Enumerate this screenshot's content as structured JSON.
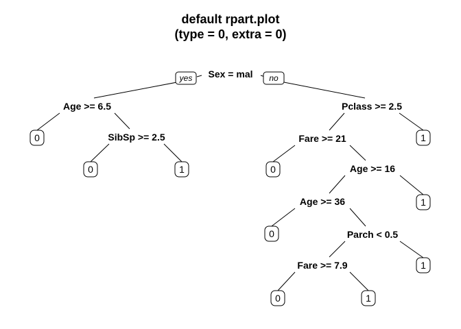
{
  "title": {
    "line1": "default rpart.plot",
    "line2": "(type = 0, extra = 0)"
  },
  "branch_labels": {
    "yes": "yes",
    "no": "no"
  },
  "tree": {
    "root": {
      "split": "Sex = mal"
    },
    "nodes": [
      {
        "id": "n-age65",
        "split": "Age >= 6.5"
      },
      {
        "id": "n-pclass",
        "split": "Pclass >= 2.5"
      },
      {
        "id": "n-sibsp",
        "split": "SibSp >= 2.5"
      },
      {
        "id": "n-fare21",
        "split": "Fare >= 21"
      },
      {
        "id": "n-age16",
        "split": "Age >= 16"
      },
      {
        "id": "n-age36",
        "split": "Age >= 36"
      },
      {
        "id": "n-parch",
        "split": "Parch < 0.5"
      },
      {
        "id": "n-fare79",
        "split": "Fare >= 7.9"
      }
    ],
    "leaves": [
      {
        "id": "leaf-age65-yes",
        "label": "0"
      },
      {
        "id": "leaf-sibsp-yes",
        "label": "0"
      },
      {
        "id": "leaf-sibsp-no",
        "label": "1"
      },
      {
        "id": "leaf-pclass-no",
        "label": "1"
      },
      {
        "id": "leaf-fare21-yes",
        "label": "0"
      },
      {
        "id": "leaf-age16-no",
        "label": "1"
      },
      {
        "id": "leaf-age36-yes",
        "label": "0"
      },
      {
        "id": "leaf-parch-no",
        "label": "1"
      },
      {
        "id": "leaf-fare79-yes",
        "label": "0"
      },
      {
        "id": "leaf-fare79-no",
        "label": "1"
      }
    ]
  }
}
